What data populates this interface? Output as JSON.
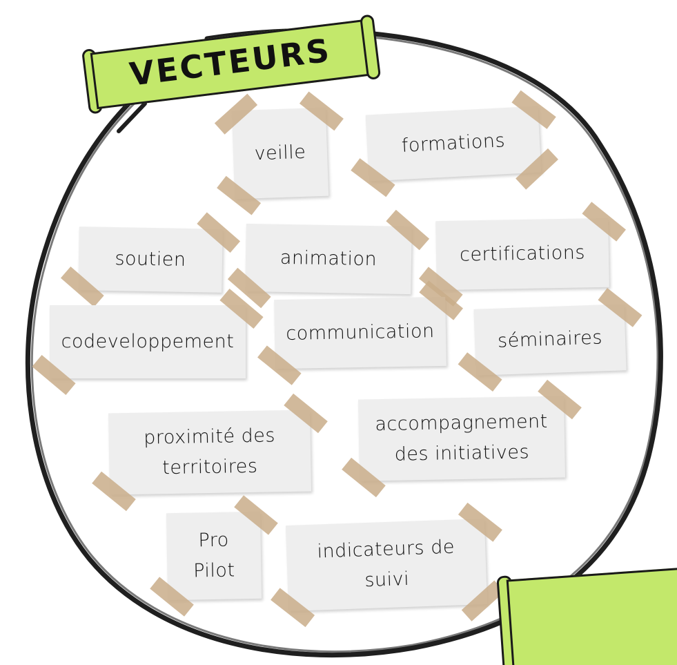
{
  "title": "VECTEURS",
  "colors": {
    "banner": "#c3e86b",
    "note": "#eeeeee",
    "tape": "#c9ad8a",
    "ink": "#111111"
  },
  "notes": [
    "veille",
    "formations",
    "soutien",
    "animation",
    "certifications",
    "codeveloppement",
    "communication",
    "séminaires",
    "proximité des\nterritoires",
    "accompagnement\ndes initiatives",
    "Pro\nPilot",
    "indicateurs de\nsuivi"
  ]
}
